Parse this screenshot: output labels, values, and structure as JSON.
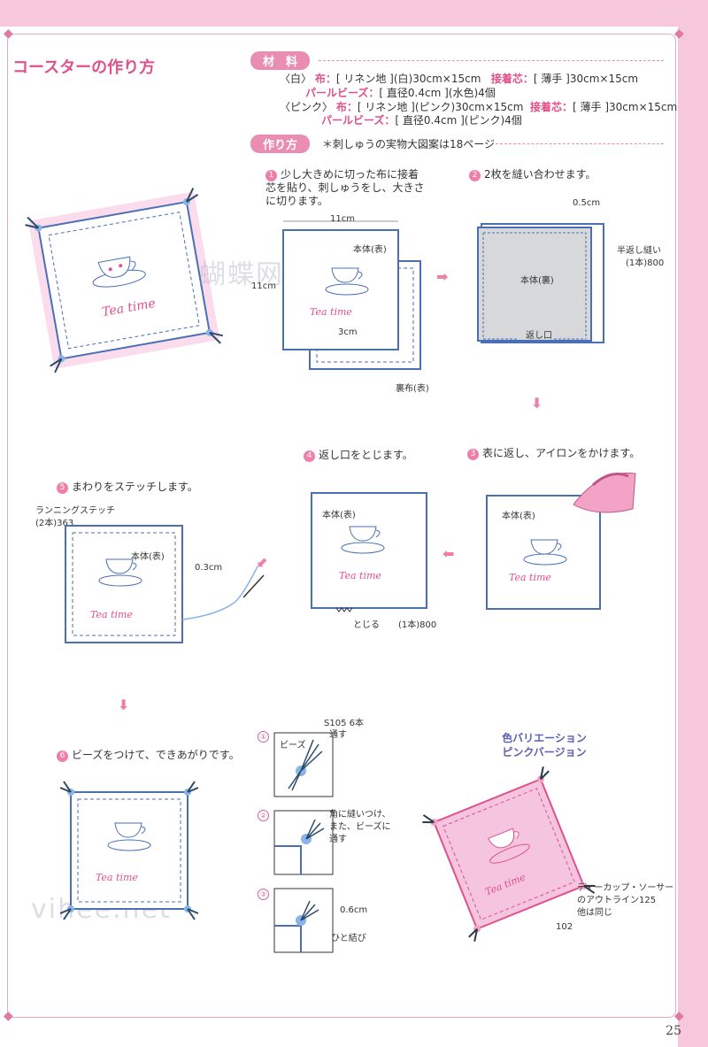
{
  "page": {
    "title": "コースターの作り方",
    "page_number": "25",
    "watermark_1": "蝴蝶网",
    "watermark_2": "vihee.net"
  },
  "materials": {
    "pill": "材　料",
    "white_line1_tag": "〈白〉",
    "white_line1_a": "布：",
    "white_line1_b": "[ リネン地 ](白)30cm×15cm",
    "white_line1_c": "接着芯：",
    "white_line1_d": "[ 薄手 ]30cm×15cm",
    "white_line2_a": "パールビーズ：",
    "white_line2_b": "[ 直径0.4cm ](水色)4個",
    "pink_line1_tag": "〈ピンク〉",
    "pink_line1_a": "布：",
    "pink_line1_b": "[ リネン地 ](ピンク)30cm×15cm",
    "pink_line1_c": "接着芯：",
    "pink_line1_d": "[ 薄手 ]30cm×15cm",
    "pink_line2_a": "パールビーズ：",
    "pink_line2_b": "[ 直径0.4cm ](ピンク)4個"
  },
  "method": {
    "pill": "作り方",
    "note": "＊刺しゅうの実物大図案は18ページ"
  },
  "steps": {
    "s1_num": "1",
    "s1_text": "少し大きめに切った布に接着芯を貼り、刺しゅうをし、大きさに切ります。",
    "s2_num": "2",
    "s2_text": "2枚を縫い合わせます。",
    "s3_num": "3",
    "s3_text": "表に返し、アイロンをかけます。",
    "s4_num": "4",
    "s4_text": "返し口をとじます。",
    "s5_num": "5",
    "s5_text": "まわりをステッチします。",
    "s6_num": "6",
    "s6_text": "ビーズをつけて、できあがりです。"
  },
  "labels": {
    "w11": "11cm",
    "h11": "11cm",
    "body_front": "本体(表)",
    "cm3": "3cm",
    "back_front": "裏布(表)",
    "cm05": "0.5cm",
    "half_back": "半返し縫い",
    "half_back2": "(1本)800",
    "body_back": "本体(裏)",
    "opening": "返し口",
    "body_front3": "本体(表)",
    "body_front4": "本体(表)",
    "close": "とじる",
    "one800": "(1本)800",
    "running": "ランニングステッチ",
    "running2": "(2本)363",
    "body_front5": "本体(表)",
    "cm03": "0.3cm",
    "tea_time": "Tea time",
    "s105": "S105 6本",
    "s105b": "通す",
    "bead": "ビーズ",
    "corner1": "角に縫いつけ、",
    "corner2": "また、ビーズに",
    "corner3": "通す",
    "cm06": "0.6cm",
    "knot": "ひと結び",
    "sub1": "①",
    "sub2": "②",
    "sub3": "③"
  },
  "variation": {
    "title1": "色バリエーション",
    "title2": "ピンクバージョン",
    "note1": "ティーカップ・ソーサー",
    "note2": "のアウトライン125",
    "note3": "他は同じ",
    "n102": "102"
  },
  "colors": {
    "accent_pink": "#e0518b",
    "pill_pink": "#e98db2",
    "blue_stitch": "#4a6fb5",
    "border": "#f7c8db"
  }
}
